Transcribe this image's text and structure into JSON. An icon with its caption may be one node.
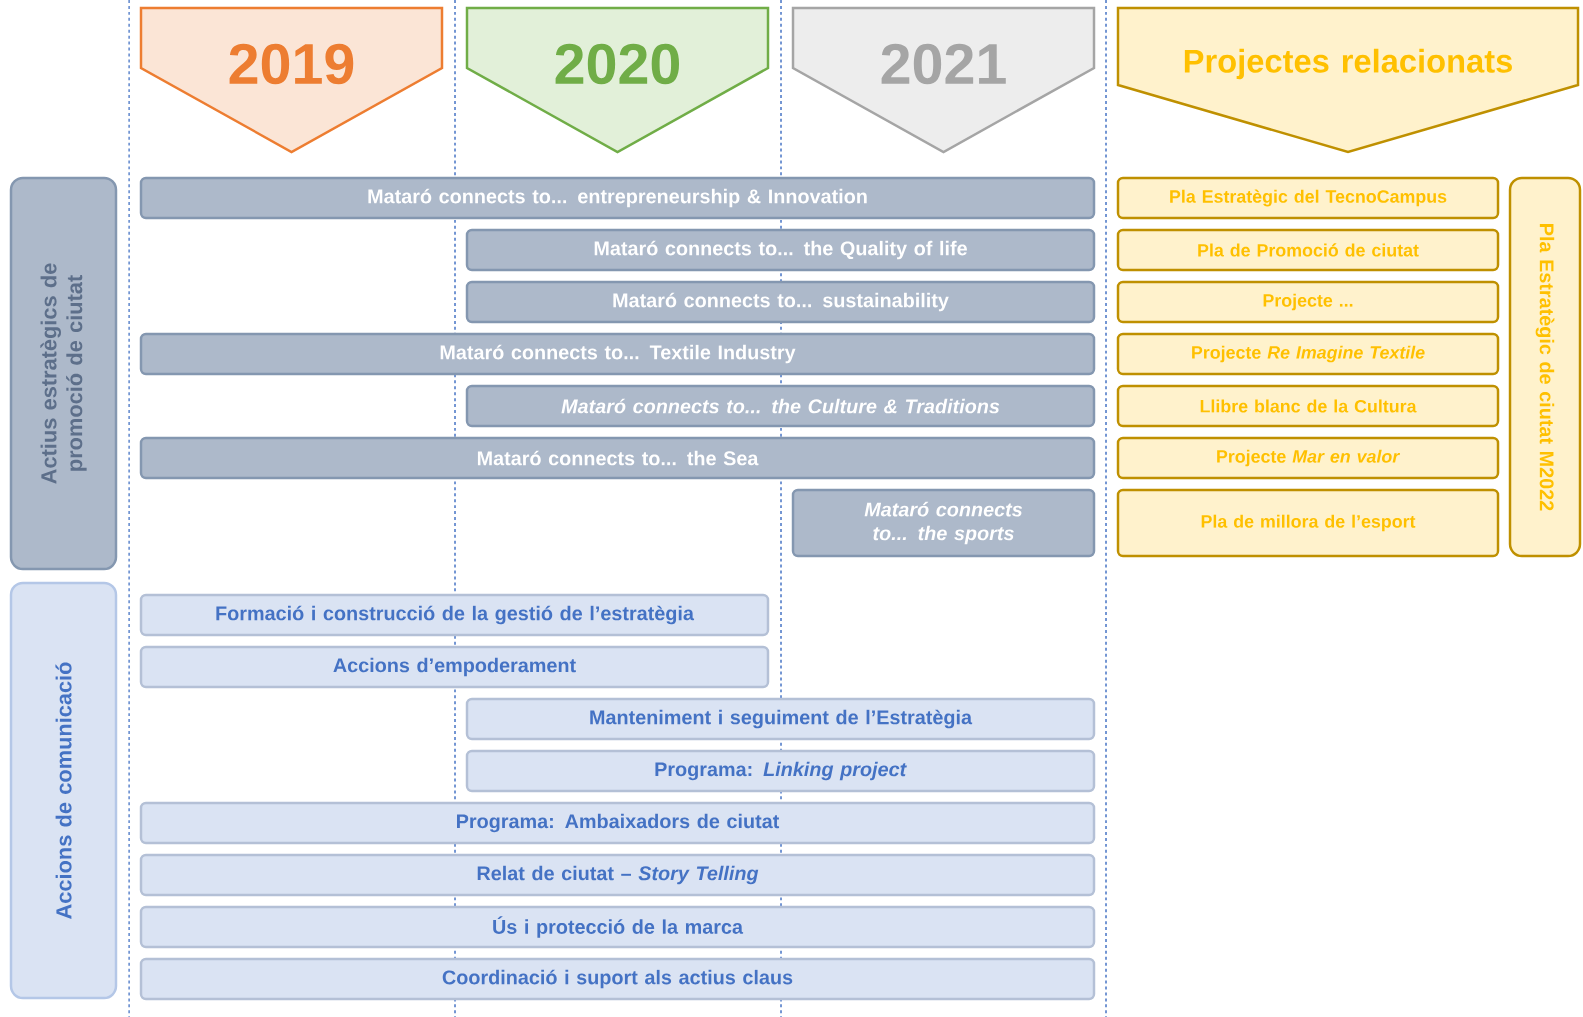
{
  "diagram": {
    "nodes": [
      {
        "text": [
          "2019"
        ]
      },
      {
        "text": [
          "2020"
        ]
      },
      {
        "text": [
          "2021"
        ]
      },
      {
        "text": [
          "Projectes relacionats"
        ]
      },
      {
        "text": [
          "Actius estratègics de promoció de ciutat"
        ]
      },
      {
        "text": [
          "Mataró connects to... entrepreneurship & Innovation"
        ]
      },
      {
        "text": [
          "Mataró connects to... the Quality of life"
        ]
      },
      {
        "text": [
          "Mataró connects to... sustainability"
        ]
      },
      {
        "text": [
          "Mataró connects to... Textile Industry"
        ]
      },
      {
        "text": [
          "Mataró connects to... the Culture & Traditions"
        ]
      },
      {
        "text": [
          "Mataró connects to... the Sea"
        ]
      },
      {
        "text": [
          "Mataró connects to... the sports"
        ]
      },
      {
        "text": [
          "Accions de comunicació"
        ]
      },
      {
        "text": [
          "Formació i construcció de la gestió de l’estratègia"
        ]
      },
      {
        "text": [
          "Accions d’empoderament"
        ]
      },
      {
        "text": [
          "Manteniment i seguiment de l’Estratègia"
        ]
      },
      {
        "text": [
          "Programa: *Linking project*"
        ]
      },
      {
        "text": [
          "Programa: Ambaixadors de ciutat"
        ]
      },
      {
        "text": [
          "Relat de ciutat – *Story Telling*"
        ]
      },
      {
        "text": [
          "Ús i protecció de la marca"
        ]
      },
      {
        "text": [
          "Coordinació i suport als actius claus"
        ]
      },
      {
        "text": [
          "Pla Estratègic del TecnoCampus"
        ]
      },
      {
        "text": [
          "Pla de Promoció de ciutat"
        ]
      },
      {
        "text": [
          "Projecte ..."
        ]
      },
      {
        "text": [
          "Projecte *Re Imagine Textile*"
        ]
      },
      {
        "text": [
          "Llibre blanc de la Cultura"
        ]
      },
      {
        "text": [
          "Projecte *Mar en valor*"
        ]
      },
      {
        "text": [
          "Pla de millora de l’esport"
        ]
      },
      {
        "text": [
          "Pla Estratègic de ciutat M2022"
        ]
      }
    ],
    "edges": []
  }
}
